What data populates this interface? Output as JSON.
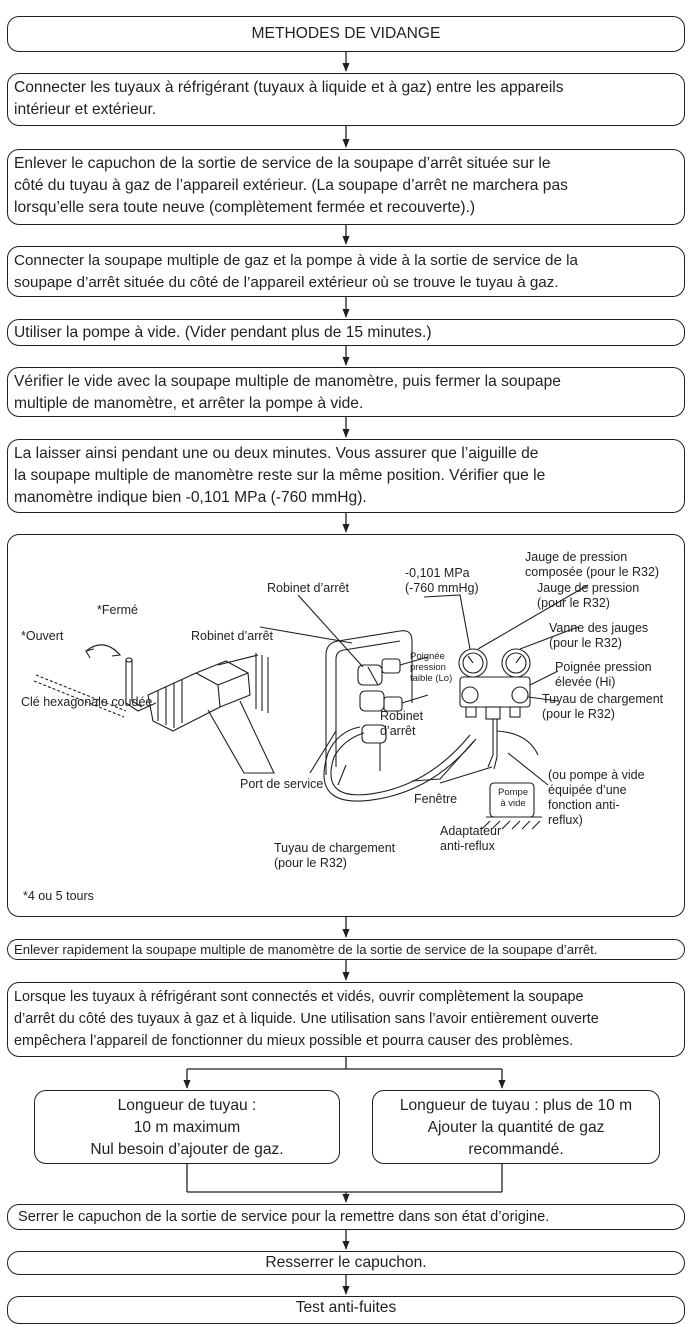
{
  "title": "METHODES DE VIDANGE",
  "steps": [
    {
      "lines": [
        "Connecter les tuyaux à réfrigérant (tuyaux à liquide et à gaz) entre les appareils",
        "intérieur et extérieur."
      ]
    },
    {
      "lines": [
        "Enlever le capuchon de la sortie de service de la soupape d’arrêt située sur le",
        "côté du tuyau à gaz de l’appareil extérieur. (La soupape d’arrêt ne marchera pas",
        "lorsqu’elle sera toute neuve (complètement fermée et recouverte).)"
      ]
    },
    {
      "lines": [
        "Connecter la soupape multiple de gaz et la pompe à vide à la sortie de service de la",
        "soupape d’arrêt située du côté de l’appareil extérieur où se trouve le tuyau à gaz."
      ]
    },
    {
      "lines": [
        "Utiliser la pompe à vide. (Vider pendant plus de 15 minutes.)"
      ]
    },
    {
      "lines": [
        "Vérifier le vide avec la soupape multiple de manomètre, puis fermer la soupape",
        "multiple de manomètre, et arrêter la pompe à vide."
      ]
    },
    {
      "lines": [
        "La laisser ainsi pendant une ou deux minutes. Vous assurer que l’aiguille de",
        "la soupape multiple de manomètre reste sur la même position. Vérifier que le",
        "manomètre indique bien -0,101 MPa (-760 mmHg)."
      ]
    }
  ],
  "diagram": {
    "fermé": "*Fermé",
    "ouvert": "*Ouvert",
    "robinet_arret_left": "Robinet d’arrêt",
    "cle": "Clé hexagonale coudée",
    "tours": "*4 ou 5 tours",
    "robinet_arret_top": "Robinet d’arrêt",
    "pressure_value": [
      "-0,101 MPa",
      "(-760 mmHg)"
    ],
    "jauge_composee": [
      "Jauge de pression",
      "composée (pour le R32)"
    ],
    "jauge_pression": [
      "Jauge de pression",
      "(pour le R32)"
    ],
    "vanne_jauges": [
      "Vanne des jauges",
      "(pour le R32)"
    ],
    "poignee_faible": [
      "Poignée",
      "pression",
      "faible (Lo)"
    ],
    "poignee_elevee": [
      "Poignée pression",
      "élevée (Hi)"
    ],
    "tuyau_charge_right": [
      "Tuyau de chargement",
      "(pour le R32)"
    ],
    "robinet_arret_mid": [
      "Robinet",
      "d’arrêt"
    ],
    "port_service": "Port de service",
    "pompe": [
      "Pompe",
      "à vide"
    ],
    "pompe_note": [
      "(ou pompe à vide",
      "équipée d’une",
      "fonction anti-",
      "reflux)"
    ],
    "fenetre": "Fenêtre",
    "adaptateur": [
      "Adaptateur",
      "anti-reflux"
    ],
    "tuyau_charge_bottom": [
      "Tuyau de chargement",
      "(pour le R32)"
    ]
  },
  "step_remove": "Enlever rapidement la soupape multiple de manomètre de la sortie de service de la soupape d’arrêt.",
  "step_open": {
    "lines": [
      "Lorsque les tuyaux à réfrigérant sont connectés et vidés, ouvrir complètement la soupape",
      "d’arrêt du côté des tuyaux à gaz et à liquide. Une utilisation sans l’avoir entièrement ouverte",
      "empêchera l’appareil de fonctionner du mieux possible et pourra causer des problèmes."
    ]
  },
  "branch_left": {
    "lines": [
      "Longueur de tuyau :",
      "10 m maximum",
      "Nul besoin d’ajouter de gaz."
    ]
  },
  "branch_right": {
    "lines": [
      "Longueur de tuyau : plus de 10 m",
      "Ajouter la quantité de gaz",
      "recommandé."
    ]
  },
  "step_tighten_cap": "Serrer le capuchon de la sortie de service pour la remettre dans son état d’origine.",
  "step_retighten": "Resserrer le capuchon.",
  "step_leak": "Test anti-fuites"
}
